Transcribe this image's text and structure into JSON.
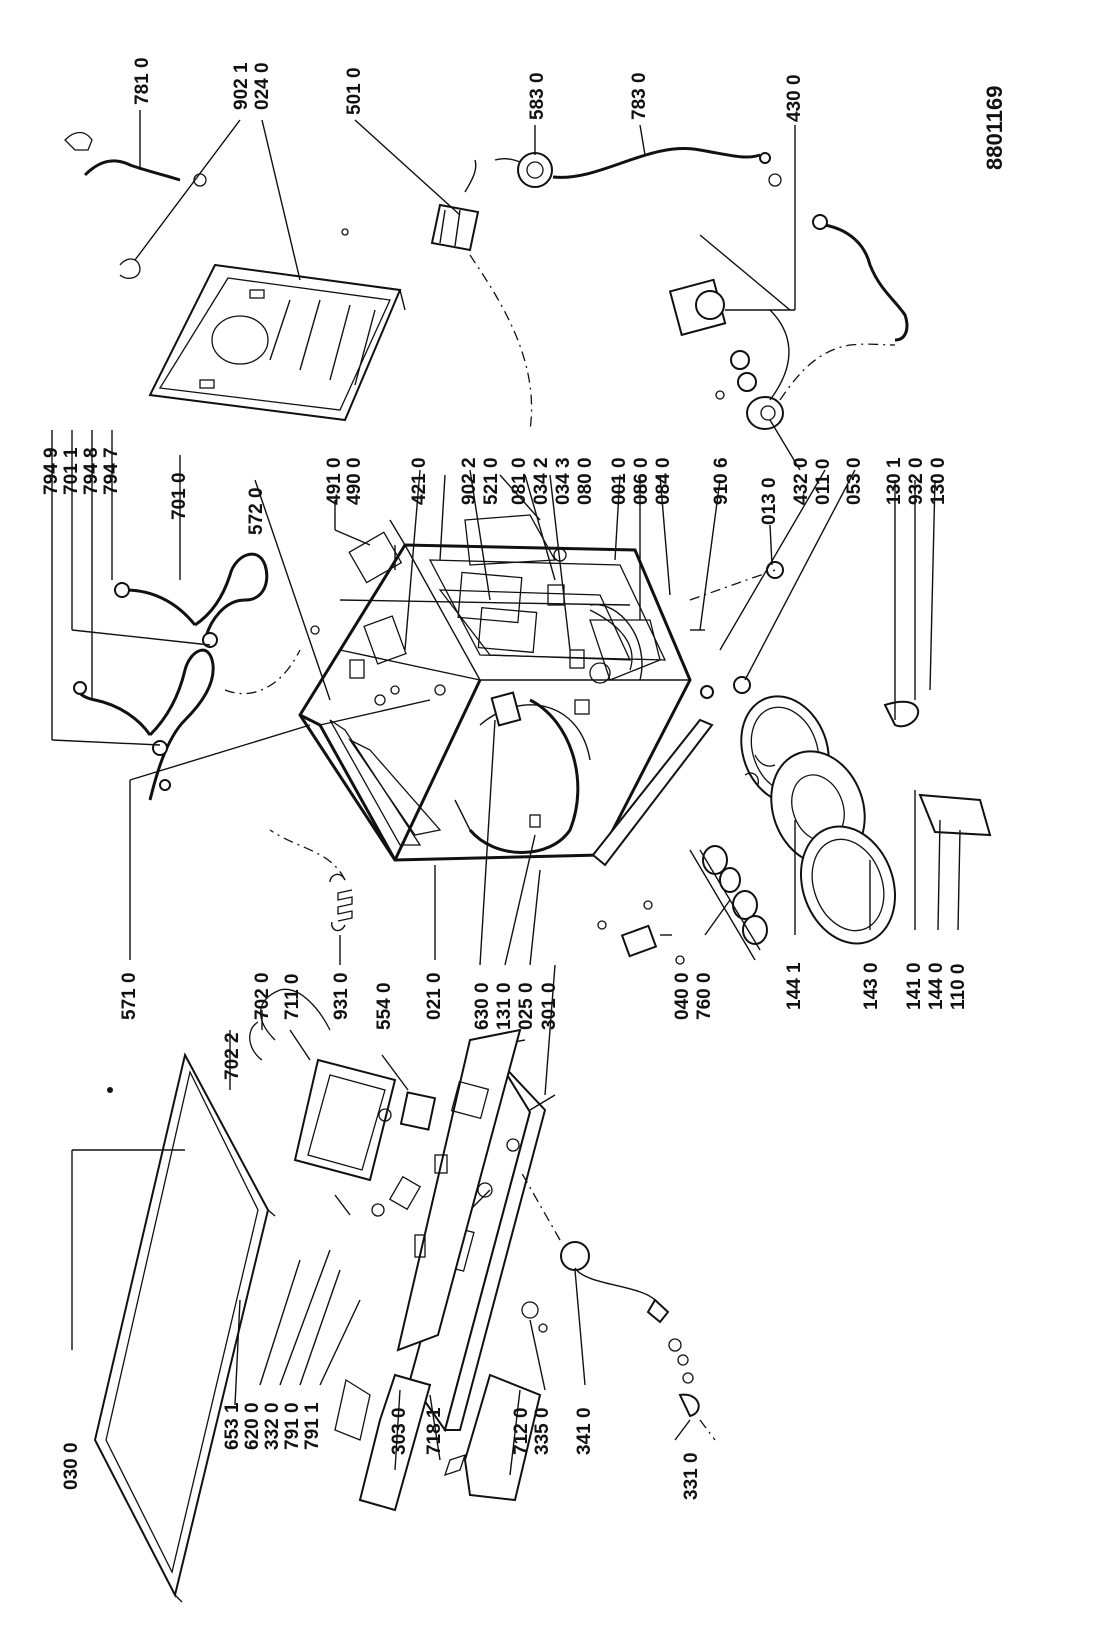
{
  "drawing_number": "8801169",
  "left_column_labels": [
    "030 0",
    "653 1",
    "620 0",
    "332 0",
    "791 0",
    "791 1",
    "303 0",
    "718 1",
    "712 0",
    "335 0",
    "341 0",
    "331 0"
  ],
  "left_middle_labels": [
    "702 2",
    "702 0",
    "711 0",
    "931 0",
    "554 0"
  ],
  "center_labels": [
    "571 0",
    "021 0",
    "630 0",
    "131 0",
    "025 0",
    "301 0"
  ],
  "lower_center_labels": [
    "040 0",
    "760 0"
  ],
  "bottom_right_labels": [
    "144 1",
    "143 0",
    "141 0",
    "144 0",
    "110 0"
  ],
  "top_left_labels": [
    "794 9",
    "701 1",
    "794 8",
    "794 7",
    "701 0",
    "572 0"
  ],
  "top_center_labels": [
    "491 0",
    "490 0",
    "421 0",
    "902 2",
    "521 0",
    "081 0",
    "034 2",
    "034 3",
    "080 0",
    "001 0",
    "086 0",
    "084 0",
    "910 6"
  ],
  "right_column_labels": [
    "013 0",
    "432 0",
    "011 0",
    "053 0",
    "130 1",
    "932 0",
    "130 0"
  ],
  "right_top_labels": [
    "781 0",
    "902 1",
    "024 0",
    "501 0",
    "583 0",
    "783 0",
    "430 0"
  ]
}
